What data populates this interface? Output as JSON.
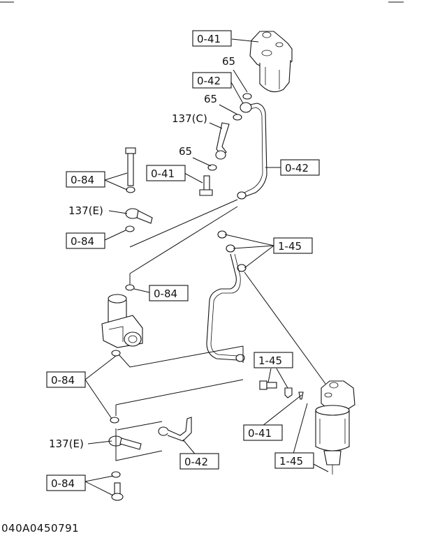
{
  "callouts": {
    "c041_top": "0-41",
    "c065_a": "65",
    "c042_top": "0-42",
    "c065_b": "65",
    "c137c": "137(C)",
    "c065_c": "65",
    "c041_mid": "0-41",
    "c042_right": "0-42",
    "c084_a": "0-84",
    "c137e_top": "137(E)",
    "c084_b": "0-84",
    "c145_a": "1-45",
    "c084_c": "0-84",
    "c084_d": "0-84",
    "c145_b": "1-45",
    "c041_low": "0-41",
    "c137e_low": "137(E)",
    "c042_low": "0-42",
    "c145_c": "1-45",
    "c084_e": "0-84"
  },
  "drawing_code": "040A0450791"
}
